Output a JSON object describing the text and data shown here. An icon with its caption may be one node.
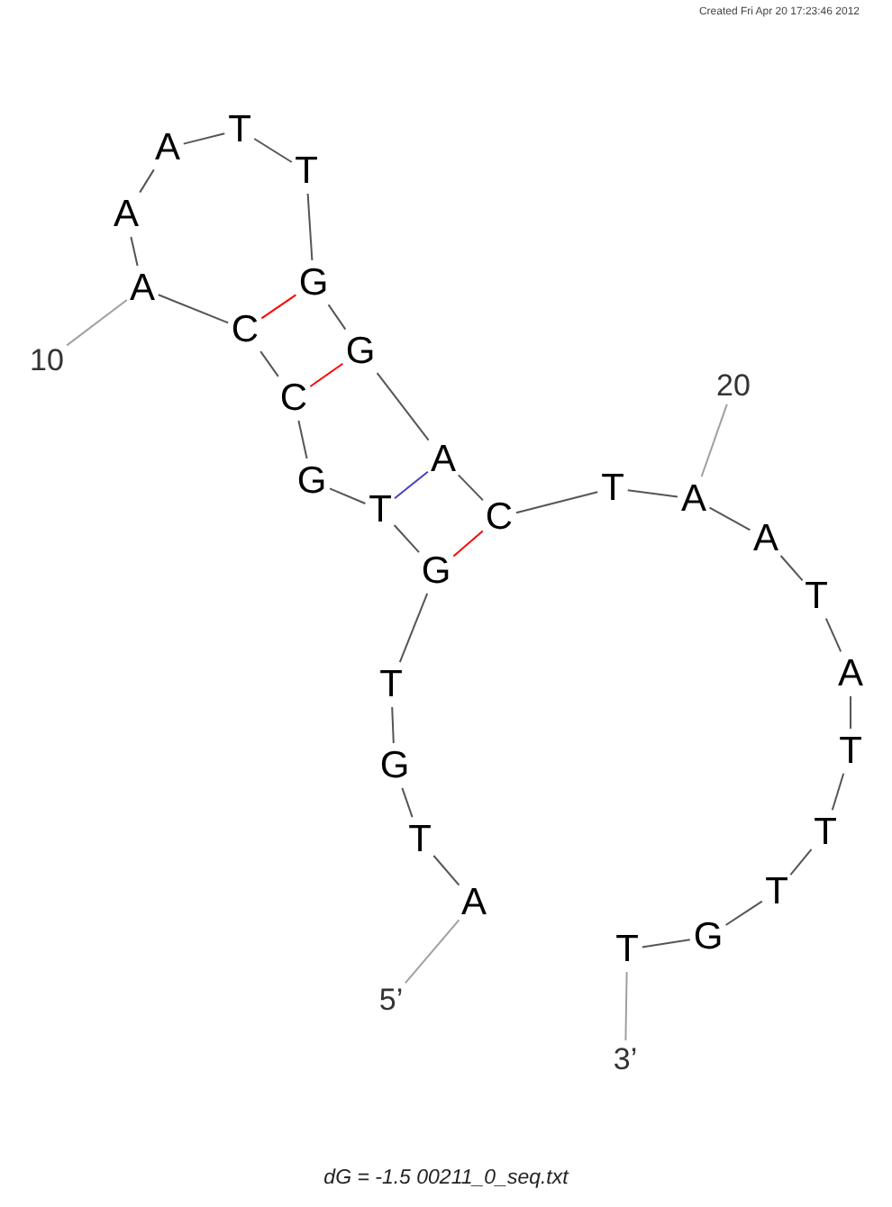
{
  "diagram": {
    "caption": "dG = -1.5 00211_0_seq.txt",
    "nodes": [
      {
        "text": [
          "A"
        ]
      },
      {
        "text": [
          "T"
        ]
      },
      {
        "text": [
          "G"
        ]
      },
      {
        "text": [
          "T"
        ]
      },
      {
        "text": [
          "G"
        ]
      },
      {
        "text": [
          "T"
        ]
      },
      {
        "text": [
          "G"
        ]
      },
      {
        "text": [
          "C"
        ]
      },
      {
        "text": [
          "C"
        ]
      },
      {
        "text": [
          "A"
        ]
      },
      {
        "text": [
          "A"
        ]
      },
      {
        "text": [
          "A"
        ]
      },
      {
        "text": [
          "T"
        ]
      },
      {
        "text": [
          "T"
        ]
      },
      {
        "text": [
          "G"
        ]
      },
      {
        "text": [
          "G"
        ]
      },
      {
        "text": [
          "A"
        ]
      },
      {
        "text": [
          "C"
        ]
      },
      {
        "text": [
          "T"
        ]
      },
      {
        "text": [
          "A"
        ]
      },
      {
        "text": [
          "A"
        ]
      },
      {
        "text": [
          "T"
        ]
      },
      {
        "text": [
          "A"
        ]
      },
      {
        "text": [
          "T"
        ]
      },
      {
        "text": [
          "T"
        ]
      },
      {
        "text": [
          "T"
        ]
      },
      {
        "text": [
          "G"
        ]
      },
      {
        "text": [
          "T"
        ]
      },
      {
        "text": [
          "10"
        ]
      },
      {
        "text": [
          "20"
        ]
      },
      {
        "text": [
          "5’"
        ]
      },
      {
        "text": [
          "3’"
        ]
      }
    ],
    "edges": [
      {
        "from": 0,
        "to": 1,
        "arrow": "none"
      },
      {
        "from": 1,
        "to": 2,
        "arrow": "none"
      },
      {
        "from": 2,
        "to": 3,
        "arrow": "none"
      },
      {
        "from": 3,
        "to": 4,
        "arrow": "none"
      },
      {
        "from": 4,
        "to": 5,
        "arrow": "none"
      },
      {
        "from": 5,
        "to": 6,
        "arrow": "none"
      },
      {
        "from": 6,
        "to": 7,
        "arrow": "none"
      },
      {
        "from": 7,
        "to": 8,
        "arrow": "none"
      },
      {
        "from": 8,
        "to": 9,
        "arrow": "none"
      },
      {
        "from": 9,
        "to": 10,
        "arrow": "none"
      },
      {
        "from": 10,
        "to": 11,
        "arrow": "none"
      },
      {
        "from": 11,
        "to": 12,
        "arrow": "none"
      },
      {
        "from": 12,
        "to": 13,
        "arrow": "none"
      },
      {
        "from": 13,
        "to": 14,
        "arrow": "none"
      },
      {
        "from": 14,
        "to": 15,
        "arrow": "none"
      },
      {
        "from": 15,
        "to": 16,
        "arrow": "none"
      },
      {
        "from": 16,
        "to": 17,
        "arrow": "none"
      },
      {
        "from": 17,
        "to": 18,
        "arrow": "none"
      },
      {
        "from": 18,
        "to": 19,
        "arrow": "none"
      },
      {
        "from": 19,
        "to": 20,
        "arrow": "none"
      },
      {
        "from": 20,
        "to": 21,
        "arrow": "none"
      },
      {
        "from": 21,
        "to": 22,
        "arrow": "none"
      },
      {
        "from": 22,
        "to": 23,
        "arrow": "none"
      },
      {
        "from": 23,
        "to": 24,
        "arrow": "none"
      },
      {
        "from": 24,
        "to": 25,
        "arrow": "none"
      },
      {
        "from": 25,
        "to": 26,
        "arrow": "none"
      },
      {
        "from": 26,
        "to": 27,
        "arrow": "none"
      },
      {
        "from": 4,
        "to": 17,
        "arrow": "none",
        "color": "#ff0000"
      },
      {
        "from": 5,
        "to": 16,
        "arrow": "none",
        "color": "#4040c0"
      },
      {
        "from": 7,
        "to": 15,
        "arrow": "none",
        "color": "#ff0000"
      },
      {
        "from": 8,
        "to": 14,
        "arrow": "none",
        "color": "#ff0000"
      },
      {
        "from": 28,
        "to": 9,
        "arrow": "none",
        "color": "#a0a0a0"
      },
      {
        "from": 29,
        "to": 19,
        "arrow": "none",
        "color": "#a0a0a0"
      },
      {
        "from": 30,
        "to": 0,
        "arrow": "none",
        "color": "#a0a0a0"
      },
      {
        "from": 31,
        "to": 27,
        "arrow": "none",
        "color": "#a0a0a0"
      }
    ],
    "labels": [
      "Created Fri Apr 20 17:23:46 2012"
    ]
  }
}
